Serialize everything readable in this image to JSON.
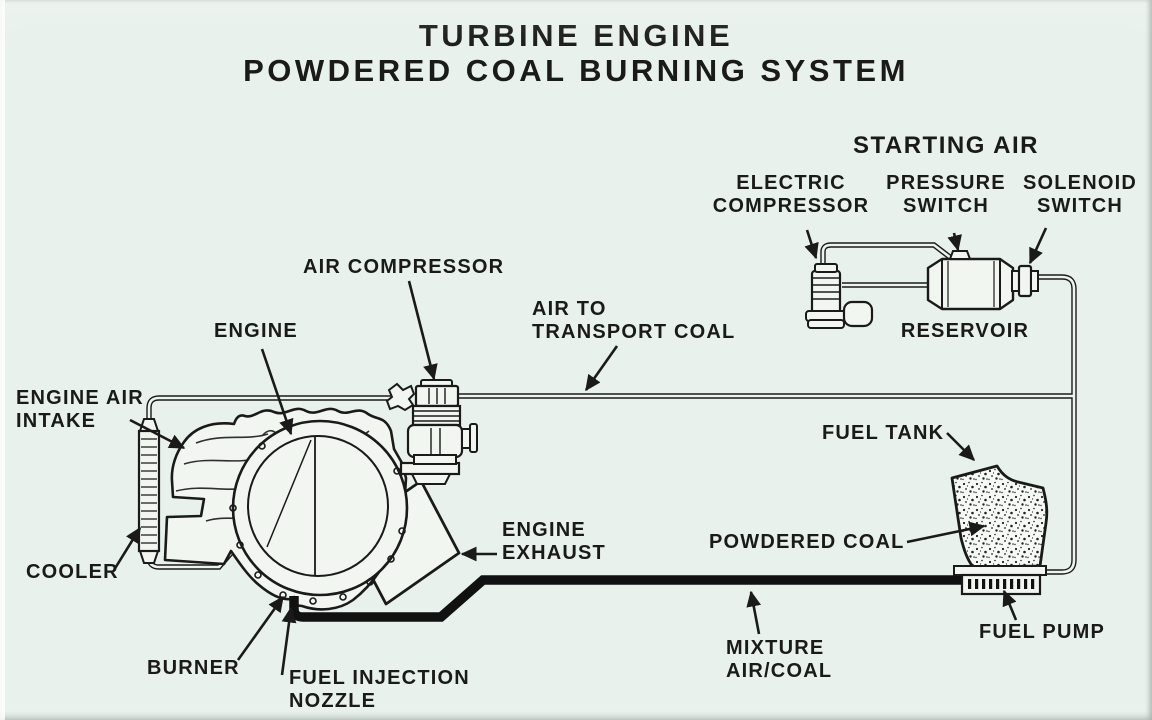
{
  "title": {
    "line1": "TURBINE ENGINE",
    "line2": "POWDERED COAL BURNING SYSTEM"
  },
  "labels": {
    "starting_air": "STARTING AIR",
    "electric_compressor": {
      "line1": "ELECTRIC",
      "line2": "COMPRESSOR"
    },
    "pressure_switch": {
      "line1": "PRESSURE",
      "line2": "SWITCH"
    },
    "solenoid_switch": {
      "line1": "SOLENOID",
      "line2": "SWITCH"
    },
    "reservoir": "RESERVOIR",
    "air_compressor": "AIR COMPRESSOR",
    "air_to_transport_coal": {
      "line1": "AIR TO",
      "line2": "TRANSPORT COAL"
    },
    "engine": "ENGINE",
    "engine_air_intake": {
      "line1": "ENGINE AIR",
      "line2": "INTAKE"
    },
    "fuel_tank": "FUEL TANK",
    "powdered_coal": "POWDERED COAL",
    "engine_exhaust": {
      "line1": "ENGINE",
      "line2": "EXHAUST"
    },
    "cooler": "COOLER",
    "burner": "BURNER",
    "fuel_injection_nozzle": {
      "line1": "FUEL INJECTION",
      "line2": "NOZZLE"
    },
    "mixture_air_coal": {
      "line1": "MIXTURE",
      "line2": "AIR/COAL"
    },
    "fuel_pump": "FUEL PUMP"
  },
  "colors": {
    "background": "#e9f1ec",
    "ink": "#1a1a1a"
  }
}
